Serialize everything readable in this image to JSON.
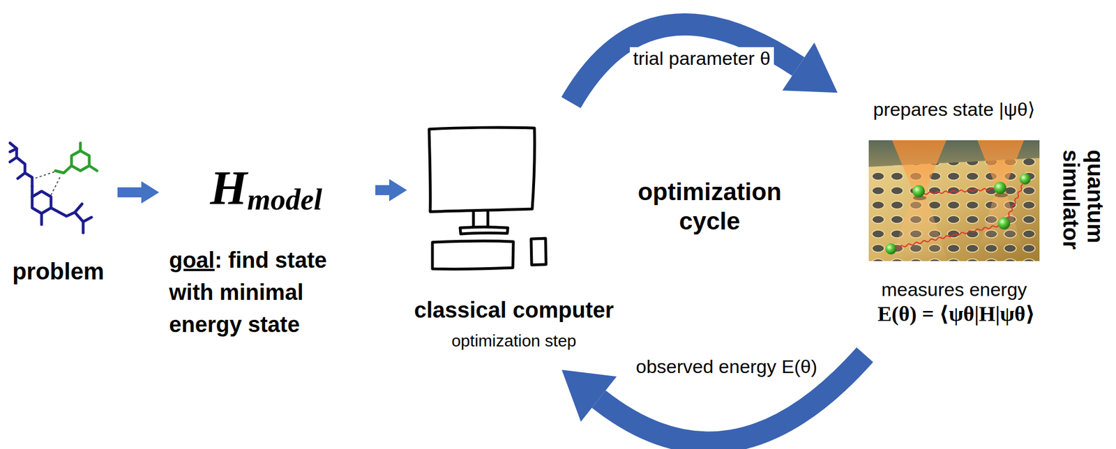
{
  "diagram": {
    "nodes": [
      {
        "text": [
          "problem"
        ]
      },
      {
        "text": [
          "H",
          "model",
          "goal",
          ": find state with minimal energy state"
        ]
      },
      {
        "text": [
          "classical computer",
          "optimization step"
        ]
      },
      {
        "text": [
          "prepares state |ψθ⟩",
          "quantum simulator",
          "measures energy",
          "E(θ) = ⟨ψθ|H|ψθ⟩"
        ]
      }
    ],
    "edges": [
      {
        "from": 0,
        "to": 1,
        "arrow": "to"
      },
      {
        "from": 1,
        "to": 2,
        "arrow": "to"
      },
      {
        "from": 2,
        "to": 3,
        "label": "trial parameter θ",
        "arrow": "to"
      },
      {
        "from": 3,
        "to": 2,
        "label": "observed energy E(θ)",
        "arrow": "to"
      }
    ],
    "labels": [
      "optimization cycle"
    ]
  }
}
